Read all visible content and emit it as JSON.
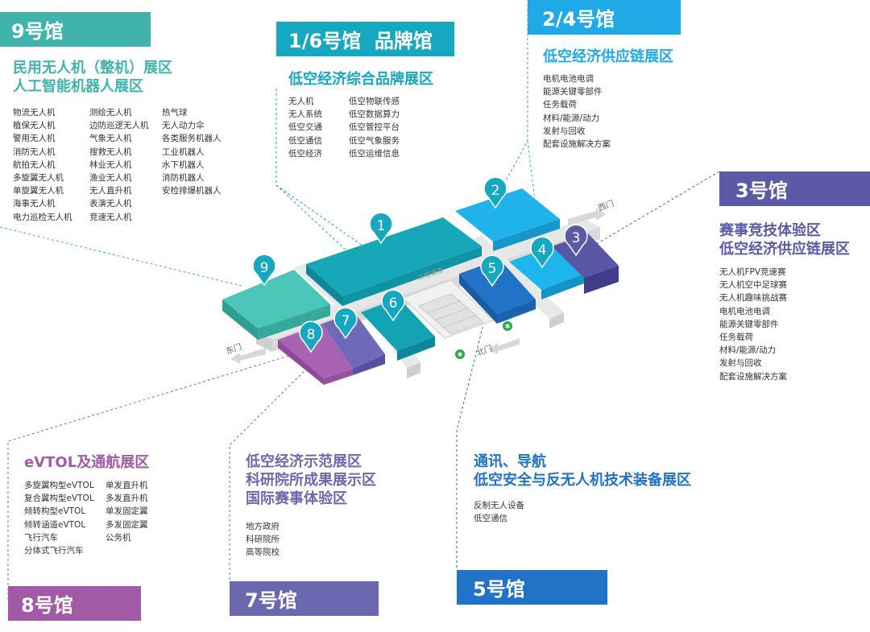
{
  "colors": {
    "teal": "#3fb3ac",
    "cyan": "#16a7c1",
    "sky": "#1fa9e6",
    "blue": "#2173c7",
    "indigo": "#5b5aa8",
    "purple": "#a35aa6",
    "violet": "#6c68b0",
    "grey": "#e6e6e6"
  },
  "hall9": {
    "title": "9号馆",
    "heading": [
      "民用无人机（整机）展区",
      "人工智能机器人展区"
    ],
    "col1": [
      "物流无人机",
      "植保无人机",
      "警用无人机",
      "消防无人机",
      "航拍无人机",
      "多旋翼无人机",
      "单旋翼无人机",
      "海事无人机",
      "电力巡检无人机"
    ],
    "col2": [
      "测绘无人机",
      "边防巡逻无人机",
      "气象无人机",
      "搜救无人机",
      "林业无人机",
      "渔业无人机",
      "无人直升机",
      "表演无人机",
      "竞速无人机"
    ],
    "col3": [
      "热气球",
      "无人动力伞",
      "各类服务机器人",
      "工业机器人",
      "水下机器人",
      "消防机器人",
      "安检排爆机器人"
    ]
  },
  "hall16": {
    "title": "1/6号馆  品牌馆",
    "heading": "低空经济综合品牌展区",
    "col1": [
      "无人机",
      "无人系统",
      "低空交通",
      "低空通信",
      "低空经济"
    ],
    "col2": [
      "低空物联传感",
      "低空数据算力",
      "低空管控平台",
      "低空气象服务",
      "低空运维信息"
    ]
  },
  "hall24": {
    "title": "2/4号馆",
    "heading": "低空经济供应链展区",
    "items": [
      "电机电池电调",
      "能源关键零部件",
      "任务载荷",
      "材料/能源/动力",
      "发射与回收",
      "配套设施解决方案"
    ]
  },
  "hall3": {
    "title": "3号馆",
    "heading": [
      "赛事竞技体验区",
      "低空经济供应链展区"
    ],
    "items": [
      "无人机FPV竞速赛",
      "无人机空中足球赛",
      "无人机趣味挑战赛",
      "电机电池电调",
      "能源关键零部件",
      "任务载荷",
      "材料/能源/动力",
      "发射与回收",
      "配套设施解决方案"
    ]
  },
  "hall8": {
    "title": "8号馆",
    "heading": "eVTOL及通航展区",
    "col1": [
      "多旋翼构型eVTOL",
      "复合翼构型eVTOL",
      "倾转构型eVTOL",
      "倾转涵道eVTOL",
      "飞行汽车",
      "分体式飞行汽车"
    ],
    "col2": [
      "单发直升机",
      "多发直升机",
      "单发固定翼",
      "多发固定翼",
      "公务机"
    ]
  },
  "hall7": {
    "title": "7号馆",
    "heading": [
      "低空经济示范展区",
      "科研院所成果展示区",
      "国际赛事体验区"
    ],
    "items": [
      "地方政府",
      "科研院所",
      "高等院校"
    ]
  },
  "hall5": {
    "title": "5号馆",
    "heading": [
      "通讯、导航",
      "低空安全与反无人机技术装备展区"
    ],
    "items": [
      "反制无人设备",
      "低空通信"
    ]
  },
  "map": {
    "pins": [
      "1",
      "2",
      "3",
      "4",
      "5",
      "6",
      "7",
      "8",
      "9"
    ],
    "gates": {
      "west": "西门",
      "east": "东门",
      "north": "北门"
    },
    "corridor": "二楼通道",
    "icons": [
      "entrance-icon",
      "entrance-icon"
    ]
  }
}
